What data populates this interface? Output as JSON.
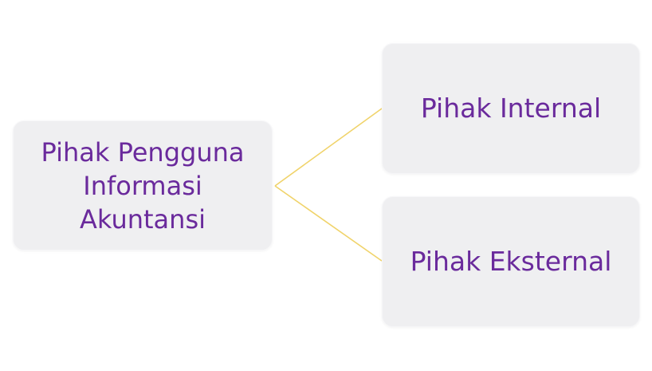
{
  "diagram": {
    "type": "tree",
    "connector_color": "#f0d36a",
    "box_color": "#efeff1",
    "text_color": "#6a2a9c",
    "root": {
      "label": "Pihak Pengguna\nInformasi\nAkuntansi"
    },
    "children": [
      {
        "label": "Pihak Internal"
      },
      {
        "label": "Pihak Eksternal"
      }
    ]
  }
}
